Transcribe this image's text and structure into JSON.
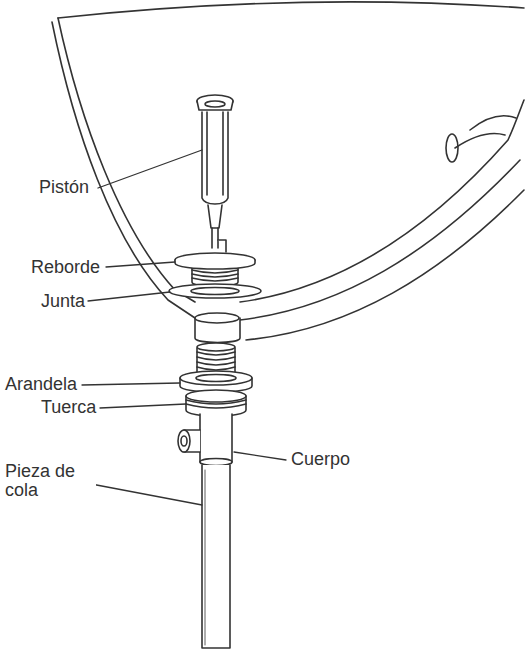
{
  "diagram": {
    "labels": [
      "Pistón",
      "Reborde",
      "Junta",
      "Arandela",
      "Tuerca",
      "Cuerpo",
      "Pieza de cola"
    ]
  }
}
